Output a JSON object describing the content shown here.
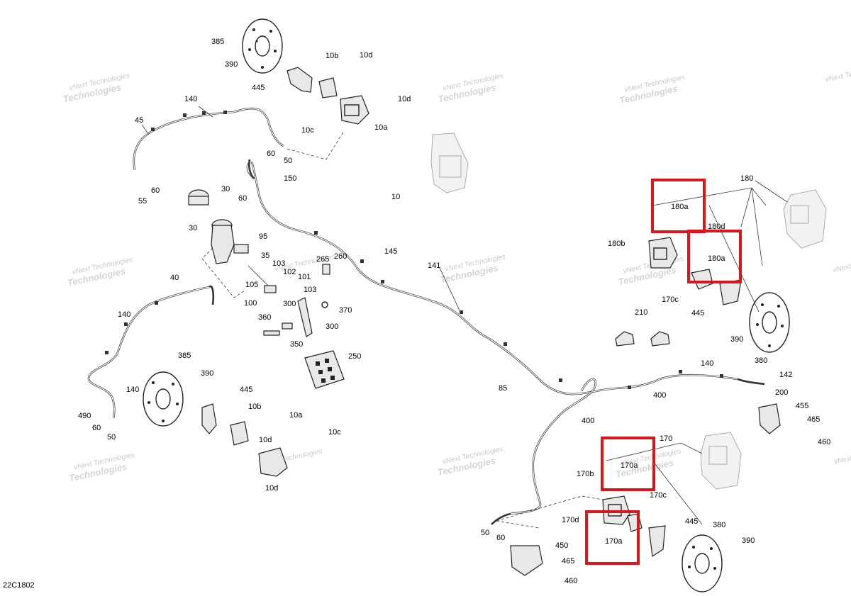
{
  "diagram_id": "22C1802",
  "watermark": {
    "line1": "vNext Technologies",
    "line2": "Technologies"
  },
  "labels": {
    "385_top": "385",
    "390_top": "390",
    "445_top": "445",
    "10b_top": "10b",
    "10d_top1": "10d",
    "10d_top2": "10d",
    "10c_top": "10c",
    "10a_top": "10a",
    "140_top": "140",
    "45": "45",
    "60_a": "60",
    "50_a": "50",
    "60_b": "60",
    "55": "55",
    "150": "150",
    "30_a": "30",
    "60_c": "60",
    "30_b": "30",
    "95": "95",
    "10_main": "10",
    "145": "145",
    "141": "141",
    "35": "35",
    "103_a": "103",
    "265": "265",
    "260": "260",
    "102": "102",
    "101": "101",
    "105": "105",
    "103_b": "103",
    "100": "100",
    "300_a": "300",
    "370": "370",
    "300_b": "300",
    "360": "360",
    "350": "350",
    "250": "250",
    "40": "40",
    "140_left": "140",
    "140_left2": "140",
    "490": "490",
    "60_d": "60",
    "50_b": "50",
    "385_mid": "385",
    "390_mid": "390",
    "445_mid": "445",
    "10b_mid": "10b",
    "10a_mid": "10a",
    "10c_mid": "10c",
    "10d_mid1": "10d",
    "10d_mid2": "10d",
    "85": "85",
    "180": "180",
    "180a_1": "180a",
    "180d": "180d",
    "180b": "180b",
    "180a_2": "180a",
    "170c_top": "170c",
    "445_r1": "445",
    "210": "210",
    "390_r1": "390",
    "380_r1": "380",
    "140_right": "140",
    "142": "142",
    "200": "200",
    "400_a": "400",
    "400_b": "400",
    "455": "455",
    "465_a": "465",
    "460_a": "460",
    "170": "170",
    "170a_1": "170a",
    "170b": "170b",
    "170c_bot": "170c",
    "170d": "170d",
    "170a_2": "170a",
    "445_r2": "445",
    "380_r2": "380",
    "390_r2": "390",
    "450": "450",
    "465_b": "465",
    "460_b": "460",
    "50_c": "50",
    "60_e": "60"
  },
  "colors": {
    "highlight": "#d9161c",
    "ink": "#222222",
    "watermark": "#c9c9c9"
  }
}
